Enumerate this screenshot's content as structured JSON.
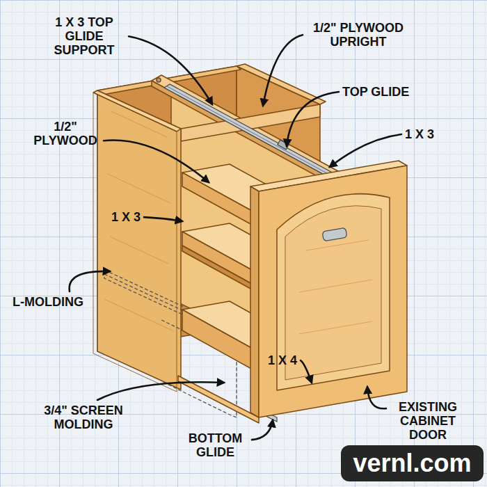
{
  "diagram": {
    "nodes": [
      {
        "text": [
          "vernl.com"
        ]
      }
    ],
    "labels": [
      "1 X 3 TOP GLIDE SUPPORT",
      "1/2\" PLYWOOD UPRIGHT",
      "TOP GLIDE",
      "1 X 3",
      "1/2\" PLYWOOD",
      "1 X 3",
      "L-MOLDING",
      "1 X 4",
      "3/4\" SCREEN MOLDING",
      "BOTTOM GLIDE",
      "EXISTING CABINET DOOR"
    ]
  }
}
